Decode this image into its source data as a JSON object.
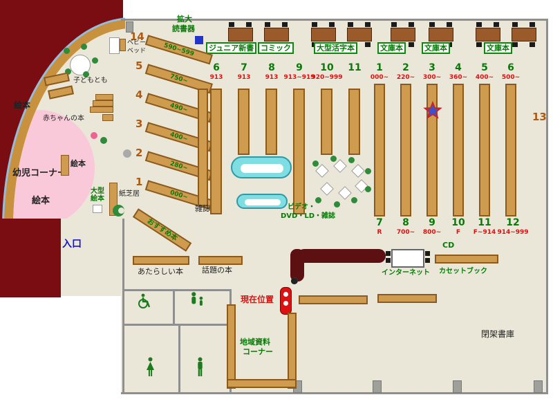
{
  "colors": {
    "floor": "#eae7d8",
    "wall": "#8f8f8f",
    "shelf_tan": "#cf9c4f",
    "table_brown": "#9a5a2a",
    "counter_maroon": "#5c1012",
    "maroon_area": "#7a0d12",
    "toddler_area_pink": "#f9c9d9",
    "magazine_rack_cyan": "#7edee2",
    "label_green": "#087a08",
    "range_red": "#dd1111",
    "number_brown": "#b05a10",
    "entrance_blue": "#1515cc",
    "star_blue": "#3a53cc",
    "marker_red": "#dd1111"
  },
  "icons": {
    "star-icon": "blue star with red outline",
    "current-location-marker-icon": "red pill with white dots",
    "magnifier-reader-icon": "blue square",
    "wheelchair-icon": "wheelchair pictogram",
    "nursing-room-icon": "adult with child pictogram",
    "womens-toilet-icon": "woman pictogram",
    "mens-toilet-icon": "man pictogram",
    "kids-seat-icon": "green crescent seat"
  },
  "top_area": {
    "magnifier_line1": "拡大",
    "magnifier_line2": "読書器",
    "categories": [
      "ジュニア新書",
      "コミック",
      "大型活字本",
      "文庫本",
      "文庫本",
      "文庫本"
    ]
  },
  "diagonal_shelves": [
    {
      "num": "14",
      "range": "590~599"
    },
    {
      "num": "5",
      "range": "750~"
    },
    {
      "num": "4",
      "range": "490~"
    },
    {
      "num": "3",
      "range": "400~"
    },
    {
      "num": "2",
      "range": "280~"
    },
    {
      "num": "1",
      "range": "000~"
    }
  ],
  "left_stacks": [
    {
      "num": "6",
      "range": "913"
    },
    {
      "num": "7",
      "range": "913"
    },
    {
      "num": "8",
      "range": "913"
    },
    {
      "num": "9",
      "range": "913~919"
    },
    {
      "num": "10",
      "range": "920~999"
    },
    {
      "num": "11",
      "range": ""
    }
  ],
  "right_stacks_top": [
    {
      "num": "1",
      "range": "000~"
    },
    {
      "num": "2",
      "range": "220~"
    },
    {
      "num": "3",
      "range": "300~"
    },
    {
      "num": "4",
      "range": "360~"
    },
    {
      "num": "5",
      "range": "400~"
    },
    {
      "num": "6",
      "range": "500~"
    }
  ],
  "right_stacks_bottom": [
    {
      "num": "7",
      "range": "R"
    },
    {
      "num": "8",
      "range": "700~"
    },
    {
      "num": "9",
      "range": "800~"
    },
    {
      "num": "10",
      "range": "F"
    },
    {
      "num": "11",
      "range": "F~914"
    },
    {
      "num": "12",
      "range": "914~999"
    }
  ],
  "right_wall_stack": {
    "num": "13"
  },
  "children_area": {
    "baby_bed_line1": "ベビー",
    "baby_bed_line2": "ベッド",
    "kodomo_tomo": "子どもとも",
    "picture_books_1": "絵本",
    "baby_books": "赤ちゃんの本",
    "toddler_corner": "幼児コーナー",
    "picture_books_2": "絵本",
    "picture_books_3": "絵本",
    "large_picture_books_line1": "大型",
    "large_picture_books_line2": "絵本",
    "kamishibai": "紙芝居",
    "recommended_books": "おすすめ本"
  },
  "center_area": {
    "magazines": "雑誌",
    "video_line1": "ビデオ・",
    "video_line2": "DVD・LD・雑誌"
  },
  "south_area": {
    "entrance": "入口",
    "new_books": "あたらしい本",
    "topical_books": "話題の本",
    "current_location": "現在位置",
    "local_materials_line1": "地域資料",
    "local_materials_line2": "コーナー",
    "cd": "CD",
    "internet": "インターネット",
    "cassette_books": "カセットブック",
    "closed_stacks": "閉架書庫"
  }
}
